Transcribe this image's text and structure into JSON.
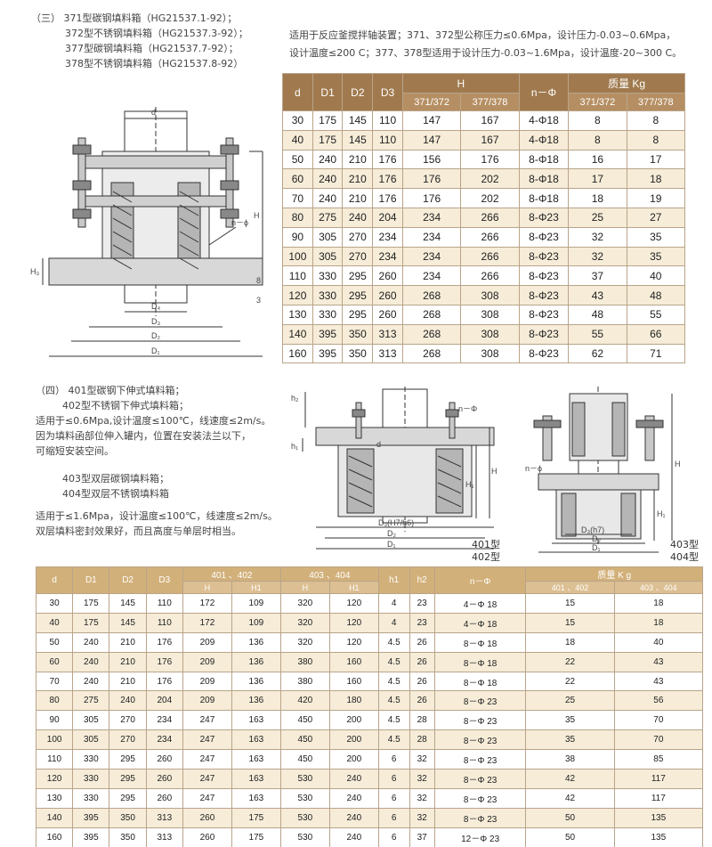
{
  "section3": {
    "title_lines": [
      "（三） 371型碳钢填料箱（HG21537.1-92）；",
      "372型不锈钢填料箱（HG21537.3-92）；",
      "377型碳钢填料箱（HG21537.7-92）；",
      "378型不锈钢填料箱（HG21537.8-92）"
    ],
    "note_lines": [
      "适用于反应釜搅拌轴装置；371、372型公称压力≤0.6Mpa，设计压力-0.03~0.6Mpa，",
      "设计温度≤200 C；377、378型适用于设计压力-0.03~1.6Mpa，设计温度-20~300 C。"
    ]
  },
  "section4": {
    "lines": [
      "（四） 401型碳钢下伸式填料箱；",
      "402型不锈钢下伸式填料箱；",
      "适用于≤0.6Mpa,设计温度≤100℃，线速度≤2m/s。",
      "因为填料函部位伸入罐内，位置在安装法兰以下，",
      "可缩短安装空间。",
      "",
      "403型双层碳钢填料箱；",
      "404型双层不锈钢填料箱",
      "",
      "适用于≤1.6Mpa，设计温度≤100℃，线速度≤2m/s。",
      "双层填料密封效果好，而且高度与单层时相当。"
    ]
  },
  "drawing1": {
    "labels": {
      "d": "d",
      "H": "H",
      "H3": "H₃",
      "n_phi": "n－ϕ",
      "D4": "D₄",
      "D3": "D₃",
      "D2": "D₂",
      "D1": "D₁",
      "num8": "8",
      "num3": "3"
    }
  },
  "drawing2": {
    "labels": {
      "h2": "h₂",
      "h1": "h₁",
      "d": "d",
      "n_phi": "n－Φ",
      "H": "H",
      "H1": "H₁",
      "D3": "D₃(H7/h6)",
      "D2": "D₂",
      "D1": "D₁",
      "model_a": "401型",
      "model_b": "402型"
    }
  },
  "drawing3": {
    "labels": {
      "n_phi": "n－ϕ",
      "H": "H",
      "H1": "H₁",
      "D3": "D₃(h7)",
      "D2": "D₂",
      "D1": "D₁",
      "model_a": "403型",
      "model_b": "404型"
    }
  },
  "table1": {
    "headers": {
      "d": "d",
      "D1": "D1",
      "D2": "D2",
      "D3": "D3",
      "H": "H",
      "H_a": "371/372",
      "H_b": "377/378",
      "n_phi": "n－Φ",
      "mass": "质量 Kg",
      "mass_a": "371/372",
      "mass_b": "377/378"
    },
    "rows": [
      [
        "30",
        "175",
        "145",
        "110",
        "147",
        "167",
        "4-Φ18",
        "8",
        "8"
      ],
      [
        "40",
        "175",
        "145",
        "110",
        "147",
        "167",
        "4-Φ18",
        "8",
        "8"
      ],
      [
        "50",
        "240",
        "210",
        "176",
        "156",
        "176",
        "8-Φ18",
        "16",
        "17"
      ],
      [
        "60",
        "240",
        "210",
        "176",
        "176",
        "202",
        "8-Φ18",
        "17",
        "18"
      ],
      [
        "70",
        "240",
        "210",
        "176",
        "176",
        "202",
        "8-Φ18",
        "18",
        "19"
      ],
      [
        "80",
        "275",
        "240",
        "204",
        "234",
        "266",
        "8-Φ23",
        "25",
        "27"
      ],
      [
        "90",
        "305",
        "270",
        "234",
        "234",
        "266",
        "8-Φ23",
        "32",
        "35"
      ],
      [
        "100",
        "305",
        "270",
        "234",
        "234",
        "266",
        "8-Φ23",
        "32",
        "35"
      ],
      [
        "110",
        "330",
        "295",
        "260",
        "234",
        "266",
        "8-Φ23",
        "37",
        "40"
      ],
      [
        "120",
        "330",
        "295",
        "260",
        "268",
        "308",
        "8-Φ23",
        "43",
        "48"
      ],
      [
        "130",
        "330",
        "295",
        "260",
        "268",
        "308",
        "8-Φ23",
        "48",
        "55"
      ],
      [
        "140",
        "395",
        "350",
        "313",
        "268",
        "308",
        "8-Φ23",
        "55",
        "66"
      ],
      [
        "160",
        "395",
        "350",
        "313",
        "268",
        "308",
        "8-Φ23",
        "62",
        "71"
      ]
    ]
  },
  "table2": {
    "headers": {
      "d": "d",
      "D1": "D1",
      "D2": "D2",
      "D3": "D3",
      "g1": "401 、402",
      "g2": "403 、404",
      "H": "H",
      "H1": "H1",
      "h1": "h1",
      "h2": "h2",
      "n_phi": "n－Φ",
      "mass": "质量  K g",
      "mass_a": "401 、402",
      "mass_b": "403 、404"
    },
    "rows": [
      [
        "30",
        "175",
        "145",
        "110",
        "172",
        "109",
        "320",
        "120",
        "4",
        "23",
        "4－Φ 18",
        "15",
        "18"
      ],
      [
        "40",
        "175",
        "145",
        "110",
        "172",
        "109",
        "320",
        "120",
        "4",
        "23",
        "4－Φ 18",
        "15",
        "18"
      ],
      [
        "50",
        "240",
        "210",
        "176",
        "209",
        "136",
        "320",
        "120",
        "4.5",
        "26",
        "8－Φ 18",
        "18",
        "40"
      ],
      [
        "60",
        "240",
        "210",
        "176",
        "209",
        "136",
        "380",
        "160",
        "4.5",
        "26",
        "8－Φ 18",
        "22",
        "43"
      ],
      [
        "70",
        "240",
        "210",
        "176",
        "209",
        "136",
        "380",
        "160",
        "4.5",
        "26",
        "8－Φ 18",
        "22",
        "43"
      ],
      [
        "80",
        "275",
        "240",
        "204",
        "209",
        "136",
        "420",
        "180",
        "4.5",
        "26",
        "8－Φ 23",
        "25",
        "56"
      ],
      [
        "90",
        "305",
        "270",
        "234",
        "247",
        "163",
        "450",
        "200",
        "4.5",
        "28",
        "8－Φ 23",
        "35",
        "70"
      ],
      [
        "100",
        "305",
        "270",
        "234",
        "247",
        "163",
        "450",
        "200",
        "4.5",
        "28",
        "8－Φ 23",
        "35",
        "70"
      ],
      [
        "110",
        "330",
        "295",
        "260",
        "247",
        "163",
        "450",
        "200",
        "6",
        "32",
        "8－Φ 23",
        "38",
        "85"
      ],
      [
        "120",
        "330",
        "295",
        "260",
        "247",
        "163",
        "530",
        "240",
        "6",
        "32",
        "8－Φ 23",
        "42",
        "117"
      ],
      [
        "130",
        "330",
        "295",
        "260",
        "247",
        "163",
        "530",
        "240",
        "6",
        "32",
        "8－Φ 23",
        "42",
        "117"
      ],
      [
        "140",
        "395",
        "350",
        "313",
        "260",
        "175",
        "530",
        "240",
        "6",
        "32",
        "8－Φ 23",
        "50",
        "135"
      ],
      [
        "160",
        "395",
        "350",
        "313",
        "260",
        "175",
        "530",
        "240",
        "6",
        "37",
        "12－Φ 23",
        "50",
        "135"
      ]
    ]
  }
}
